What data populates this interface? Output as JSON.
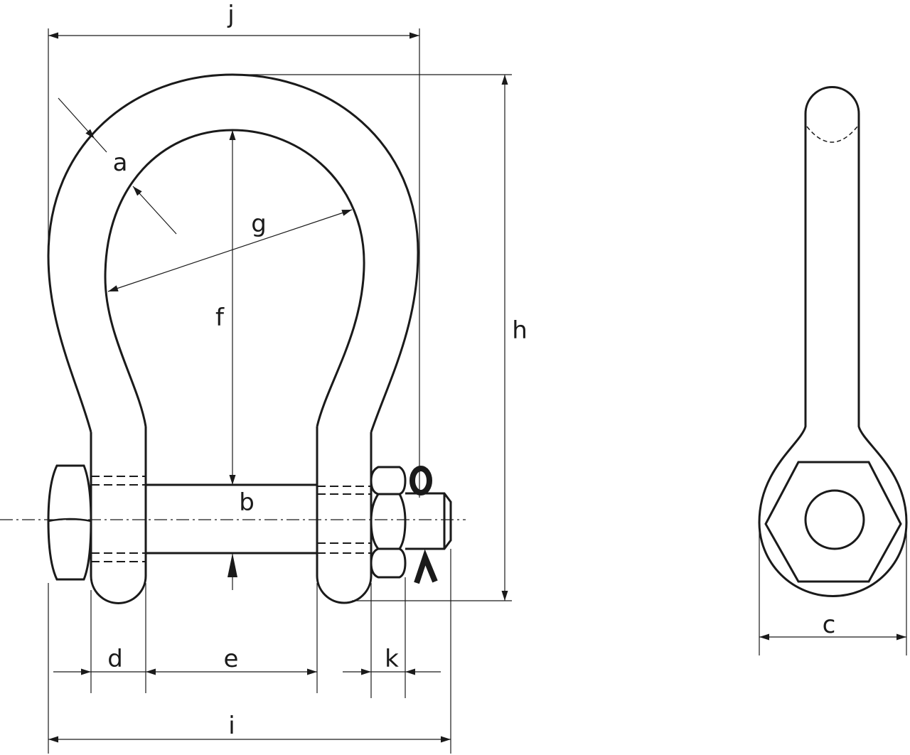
{
  "labels": {
    "a": "a",
    "b": "b",
    "c": "c",
    "d": "d",
    "e": "e",
    "f": "f",
    "g": "g",
    "h": "h",
    "i": "i",
    "j": "j",
    "k": "k"
  },
  "colors": {
    "line": "#1a1a1a",
    "background": "#ffffff"
  }
}
